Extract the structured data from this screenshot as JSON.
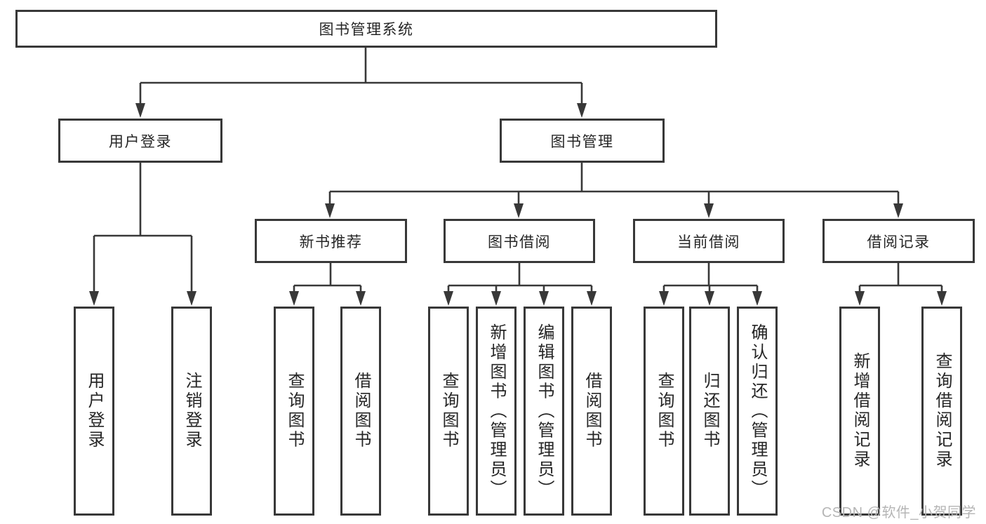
{
  "colors": {
    "line": "#383838",
    "text": "#262626",
    "background": "#ffffff",
    "watermark_text": "#b5b5b5"
  },
  "tree": {
    "root": {
      "label": "图书管理系统"
    },
    "branches": [
      {
        "label": "用户登录",
        "leaves": [
          {
            "label": "用户登录"
          },
          {
            "label": "注销登录"
          }
        ]
      },
      {
        "label": "图书管理",
        "sections": [
          {
            "label": "新书推荐",
            "leaves": [
              {
                "label": "查询图书"
              },
              {
                "label": "借阅图书"
              }
            ]
          },
          {
            "label": "图书借阅",
            "leaves": [
              {
                "label": "查询图书"
              },
              {
                "label": "新增图书（管理员）"
              },
              {
                "label": "编辑图书（管理员）"
              },
              {
                "label": "借阅图书"
              }
            ]
          },
          {
            "label": "当前借阅",
            "leaves": [
              {
                "label": "查询图书"
              },
              {
                "label": "归还图书"
              },
              {
                "label": "确认归还（管理员）"
              }
            ]
          },
          {
            "label": "借阅记录",
            "leaves": [
              {
                "label": "新增借阅记录"
              },
              {
                "label": "查询借阅记录"
              }
            ]
          }
        ]
      }
    ]
  },
  "watermark": {
    "text": "CSDN @软件_小贺同学"
  }
}
